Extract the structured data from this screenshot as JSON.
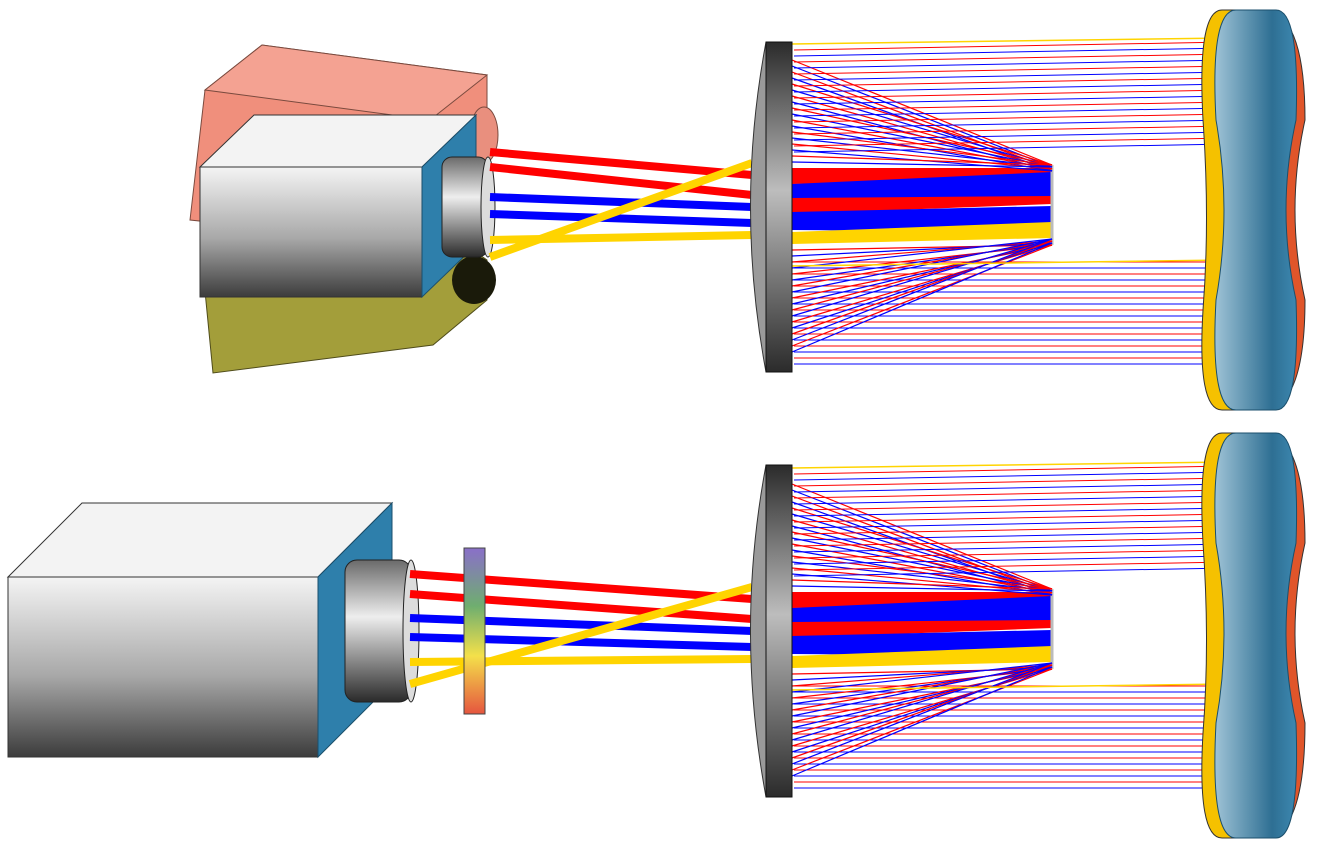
{
  "diagram": {
    "panels": [
      {
        "id": "top",
        "description": "three-camera",
        "filter_label": ""
      },
      {
        "id": "bottom",
        "description": "single-camera",
        "filter_label": ""
      }
    ],
    "colors": {
      "red_channel": "#ff0000",
      "blue_channel": "#0000ff",
      "yellow_channel": "#ffd400",
      "camera_front": "#2e7fab",
      "camera_salmon": "#f08f7c",
      "camera_olive": "#a39e3a",
      "mirror_blue": "#2f7ea6",
      "mirror_orange": "#e0552a",
      "mirror_yellow": "#f5c100",
      "lens_dark": "#1a1a1a"
    },
    "icons": [
      "camera-body-icon",
      "camera-lens-icon",
      "collimator-lens-icon",
      "parabolic-mirror-icon",
      "color-filter-icon"
    ]
  }
}
